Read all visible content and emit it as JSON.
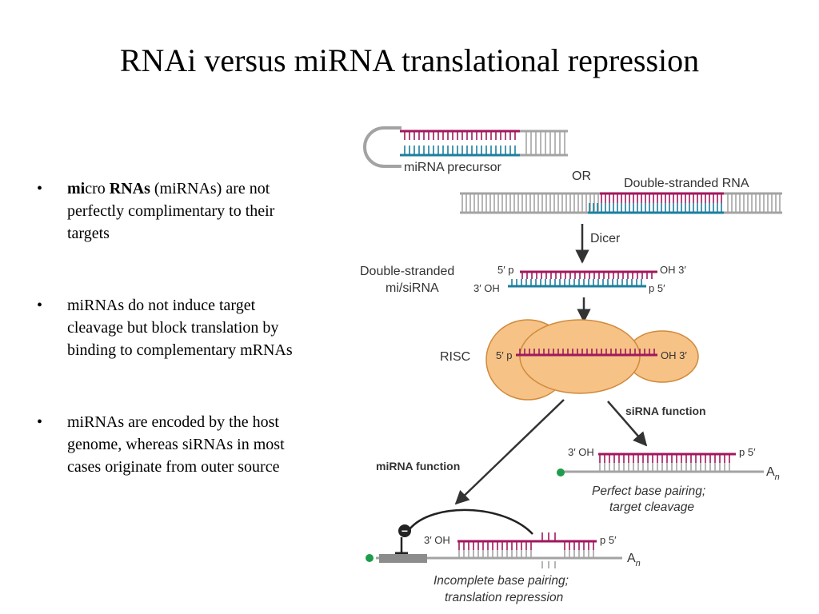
{
  "slide": {
    "title": "RNAi versus miRNA translational repression",
    "bullets": [
      {
        "bold1": "mi",
        "text1": "cro ",
        "bold2": "RNAs",
        "text2": " (miRNAs) are not perfectly complimentary to their targets"
      },
      {
        "text": "miRNAs do not induce target cleavage but block translation by binding to complementary mRNAs"
      },
      {
        "text": "miRNAs are encoded by the host genome, whereas siRNAs in most cases originate from outer source"
      }
    ]
  },
  "diagram": {
    "mirna_precursor": "miRNA precursor",
    "or": "OR",
    "dsrna": "Double-stranded RNA",
    "dicer": "Dicer",
    "ds_misirna_line1": "Double-stranded",
    "ds_misirna_line2": "mi/siRNA",
    "five_p": "5′ p",
    "oh3": "OH 3′",
    "three_oh": "3′ OH",
    "p5": "p 5′",
    "risc": "RISC",
    "sirna_function": "siRNA function",
    "mirna_function": "miRNA function",
    "an": "A",
    "an_sub": "n",
    "perfect_line1": "Perfect base pairing;",
    "perfect_line2": "target cleavage",
    "incomplete_line1": "Incomplete base pairing;",
    "incomplete_line2": "translation repression",
    "minus": "−",
    "colors": {
      "magenta": "#a0185e",
      "teal": "#1e7f9c",
      "gray": "#a3a3a3",
      "risc_fill": "#f6c286",
      "risc_edge": "#d08a3c",
      "green": "#1e9c4c"
    }
  }
}
